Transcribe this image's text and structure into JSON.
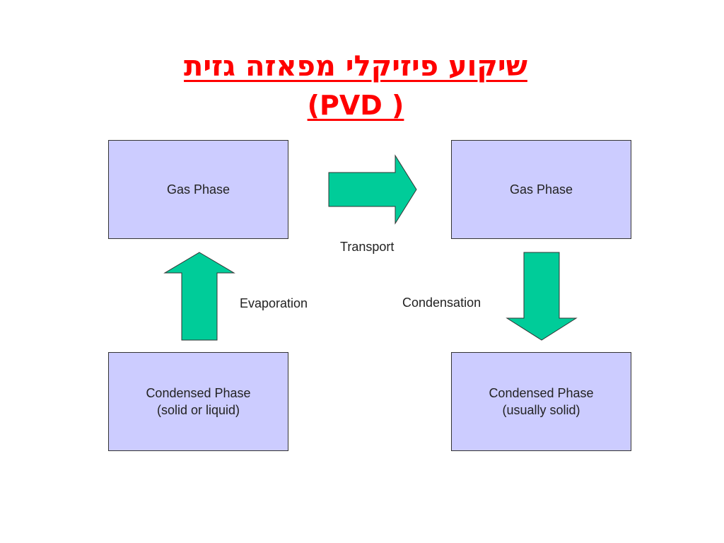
{
  "title": {
    "line1": "שיקוע פיזיקלי מפאזה גזית",
    "line2": "(PVD )"
  },
  "boxes": {
    "source_gas": "Gas Phase",
    "target_gas": "Gas Phase",
    "source_condensed": {
      "line1": "Condensed Phase",
      "line2": "(solid or liquid)"
    },
    "target_condensed": {
      "line1": "Condensed Phase",
      "line2": "(usually solid)"
    }
  },
  "steps": {
    "evaporation": "Evaporation",
    "transport": "Transport",
    "condensation": "Condensation"
  },
  "colors": {
    "title": "#ff0000",
    "box_fill": "#ccccff",
    "arrow_fill": "#00cc99"
  }
}
